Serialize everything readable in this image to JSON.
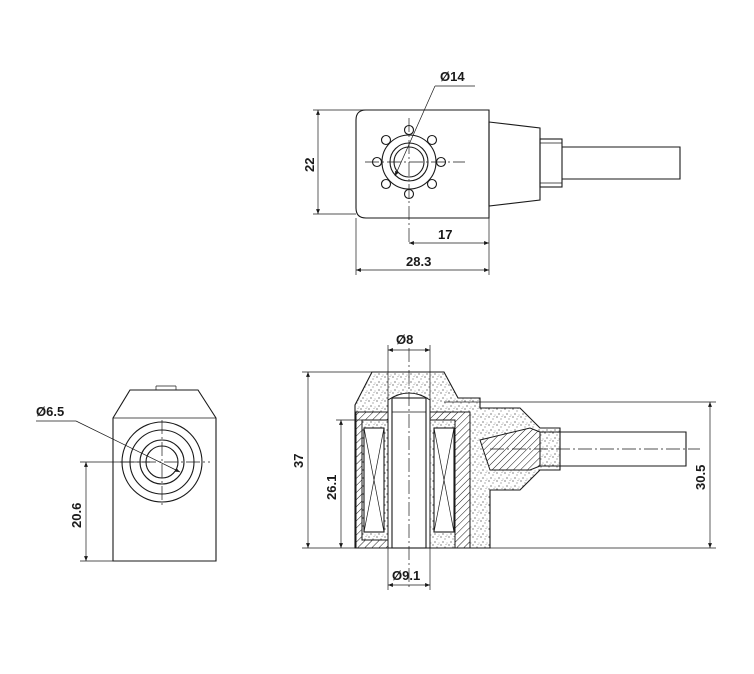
{
  "top_view": {
    "dim_diameter": "Ø14",
    "dim_height": "22",
    "dim_offset": "17",
    "dim_width": "28.3"
  },
  "front_view": {
    "dim_diameter": "Ø6.5",
    "dim_height": "20.6"
  },
  "section_view": {
    "dim_top_diameter": "Ø8",
    "dim_total_height": "37",
    "dim_coil_height": "26.1",
    "dim_bottom_diameter": "Ø9.1",
    "dim_cable_height": "30.5"
  }
}
